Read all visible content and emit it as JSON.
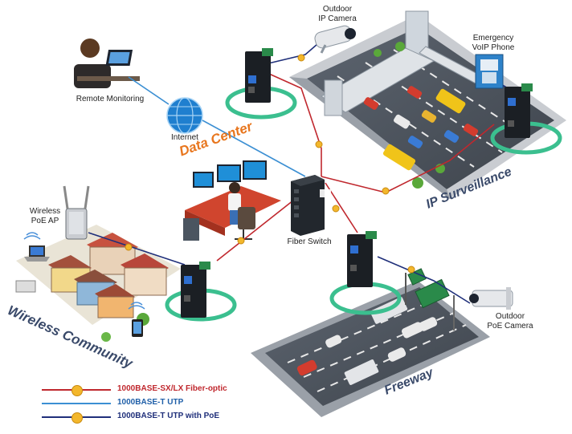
{
  "labels": {
    "remote_monitoring": "Remote Monitoring",
    "internet": "Internet",
    "outdoor_ip_camera_1": "Outdoor",
    "outdoor_ip_camera_2": "IP Camera",
    "emergency_voip_1": "Emergency",
    "emergency_voip_2": "VoIP Phone",
    "data_center": "Data Center",
    "fiber_switch": "Fiber Switch",
    "wireless_poe_ap_1": "Wireless",
    "wireless_poe_ap_2": "PoE AP",
    "outdoor_poe_camera_1": "Outdoor",
    "outdoor_poe_camera_2": "PoE Camera",
    "ip_surveillance": "IP Surveillance",
    "wireless_community": "Wireless Community",
    "freeway": "Freeway"
  },
  "legend": [
    {
      "label": "1000BASE-SX/LX Fiber-optic",
      "color": "#c0282e",
      "marker": "fiber-dot"
    },
    {
      "label": "1000BASE-T UTP",
      "color": "#3b8fd3",
      "marker": ""
    },
    {
      "label": "1000BASE-T UTP with PoE",
      "color": "#1f2f7a",
      "marker": "poe-dot"
    }
  ],
  "colors": {
    "fiber": "#c0282e",
    "utp": "#3b8fd3",
    "poe": "#1f2f7a",
    "accent_orange": "#e8761e",
    "ring_green": "#3bbf8f"
  }
}
